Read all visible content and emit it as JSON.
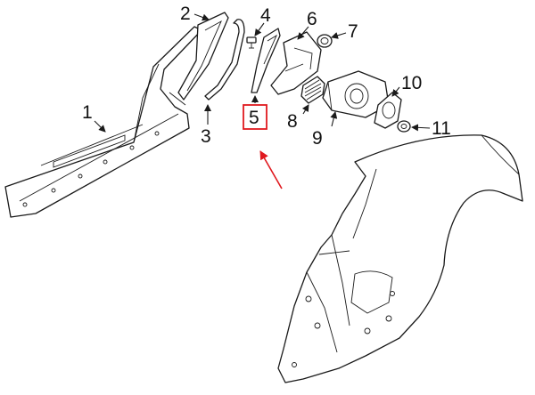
{
  "callouts": [
    {
      "id": "1",
      "label": "1"
    },
    {
      "id": "2",
      "label": "2"
    },
    {
      "id": "3",
      "label": "3"
    },
    {
      "id": "4",
      "label": "4"
    },
    {
      "id": "5",
      "label": "5"
    },
    {
      "id": "6",
      "label": "6"
    },
    {
      "id": "7",
      "label": "7"
    },
    {
      "id": "8",
      "label": "8"
    },
    {
      "id": "9",
      "label": "9"
    },
    {
      "id": "10",
      "label": "10"
    },
    {
      "id": "11",
      "label": "11"
    }
  ],
  "highlight": {
    "callout": "5",
    "color": "#e0191f"
  },
  "colors": {
    "line": "#1a1a1a",
    "accent": "#e0191f",
    "background": "#ffffff"
  }
}
